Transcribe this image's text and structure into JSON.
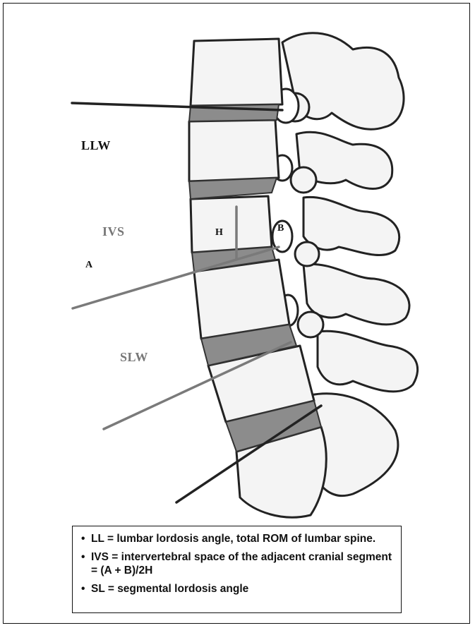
{
  "diagram": {
    "labels": {
      "llw": "LLW",
      "ivs": "IVS",
      "slw": "SLW",
      "a": "A",
      "h": "H",
      "b": "B"
    },
    "colors": {
      "bone_fill": "#f4f4f4",
      "bone_outline": "#222222",
      "disc_fill": "#8c8c8c",
      "line_dark": "#222222",
      "line_grey": "#7a7a7a"
    }
  },
  "legend": {
    "items": [
      {
        "bullet": "•",
        "text": "LL = lumbar lordosis angle, total ROM of lumbar spine."
      },
      {
        "bullet": "•",
        "text": "IVS = intervertebral space of the adjacent cranial segment = (A + B)/2H"
      },
      {
        "bullet": "•",
        "text": "SL = segmental lordosis angle"
      }
    ]
  }
}
